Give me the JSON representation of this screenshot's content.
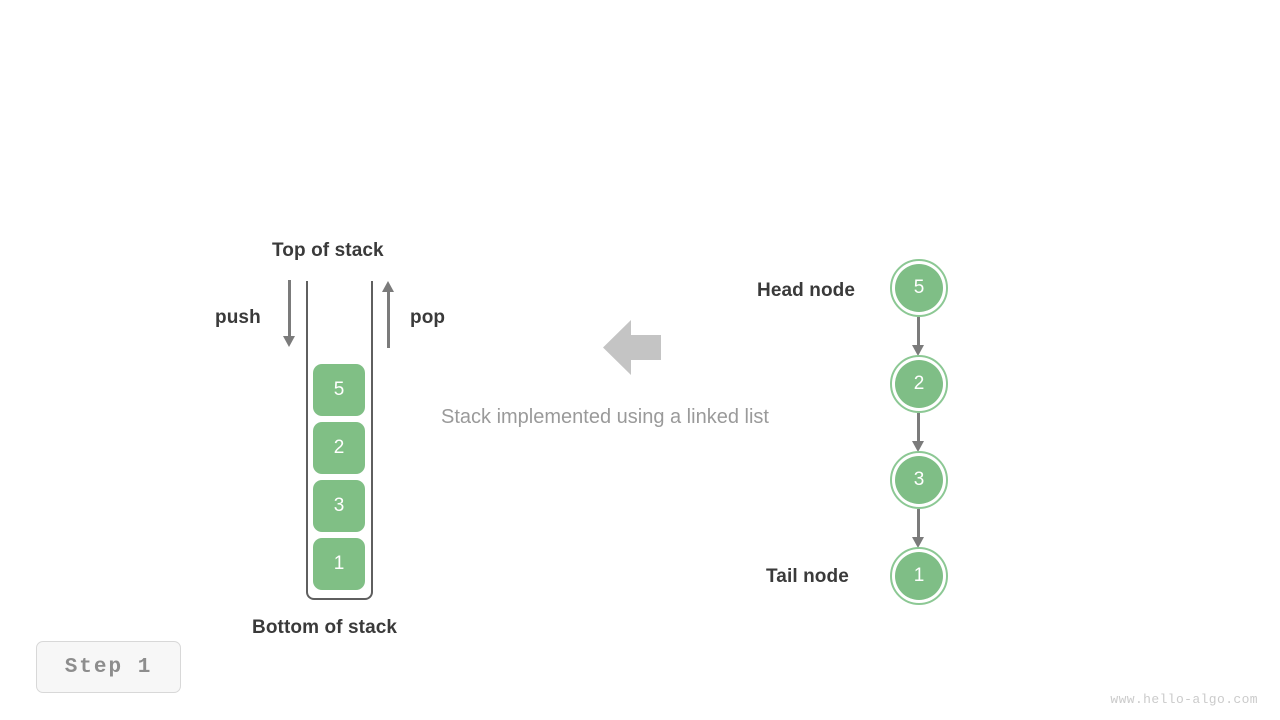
{
  "diagram": {
    "caption": "Stack implemented using a linked list",
    "step_badge": "Step 1",
    "watermark": "www.hello-algo.com",
    "accent_green": "#7fbe86",
    "node_ring": "#8cc894",
    "arrow_gray": "#7b7b7b",
    "big_arrow_gray": "#c4c4c4",
    "text_dark": "#3a3a3a",
    "text_muted": "#9a9a9a"
  },
  "stack": {
    "top_label": "Top of stack",
    "bottom_label": "Bottom of stack",
    "push_label": "push",
    "pop_label": "pop",
    "cells": [
      {
        "value": "5"
      },
      {
        "value": "2"
      },
      {
        "value": "3"
      },
      {
        "value": "1"
      }
    ]
  },
  "linked_list": {
    "head_label": "Head node",
    "tail_label": "Tail node",
    "nodes": [
      {
        "value": "5"
      },
      {
        "value": "2"
      },
      {
        "value": "3"
      },
      {
        "value": "1"
      }
    ]
  },
  "chart_data": {
    "type": "diagram",
    "title": "Stack implemented using a linked list",
    "stack_contents_top_to_bottom": [
      "5",
      "2",
      "3",
      "1"
    ],
    "linked_list_head_to_tail": [
      "5",
      "2",
      "3",
      "1"
    ],
    "operations": [
      "push",
      "pop"
    ],
    "step": 1
  }
}
